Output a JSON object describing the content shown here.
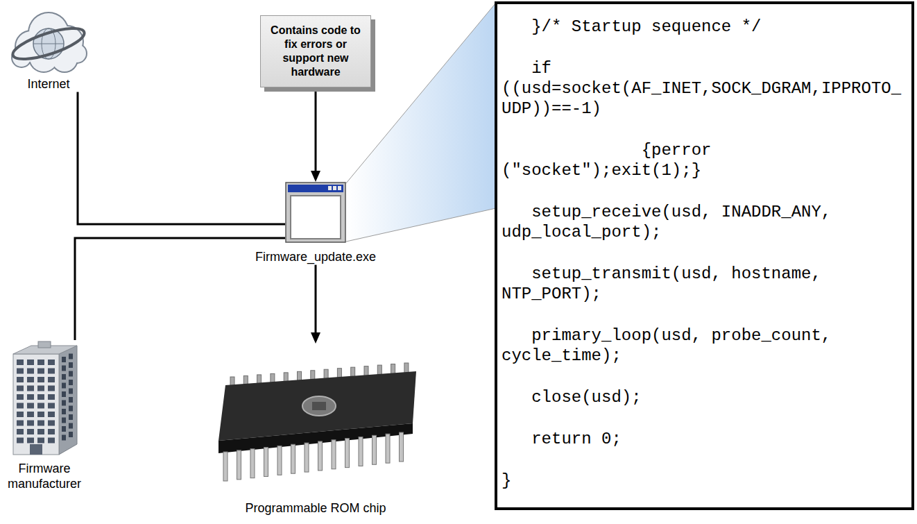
{
  "diagram": {
    "nodes": [
      {
        "text": [
          "Internet"
        ]
      },
      {
        "text": [
          "Contains code to fix errors or support new hardware"
        ]
      },
      {
        "text": [
          "Firmware_update.exe"
        ]
      },
      {
        "text": [
          "}/* Startup sequence */",
          "if ((usd=socket(AF_INET,SOCK_DGRAM,IPPROTO_ UDP))==-1)",
          "{perror (\"socket\");exit(1);}",
          "setup_receive(usd, INADDR_ANY, udp_local_port);",
          "setup_transmit(usd, hostname, NTP_PORT);",
          "primary_loop(usd, probe_count, cycle_time);",
          "close(usd);",
          "return 0;",
          "}"
        ]
      },
      {
        "text": [
          "Firmware manufacturer"
        ]
      },
      {
        "text": [
          "Programmable ROM chip"
        ]
      }
    ],
    "edges": [
      {
        "from": 1,
        "to": 2,
        "arrow": "to"
      },
      {
        "from": 0,
        "to": 2,
        "arrow": "none"
      },
      {
        "from": 4,
        "to": 2,
        "arrow": "none"
      },
      {
        "from": 2,
        "to": 5,
        "arrow": "to"
      }
    ]
  }
}
